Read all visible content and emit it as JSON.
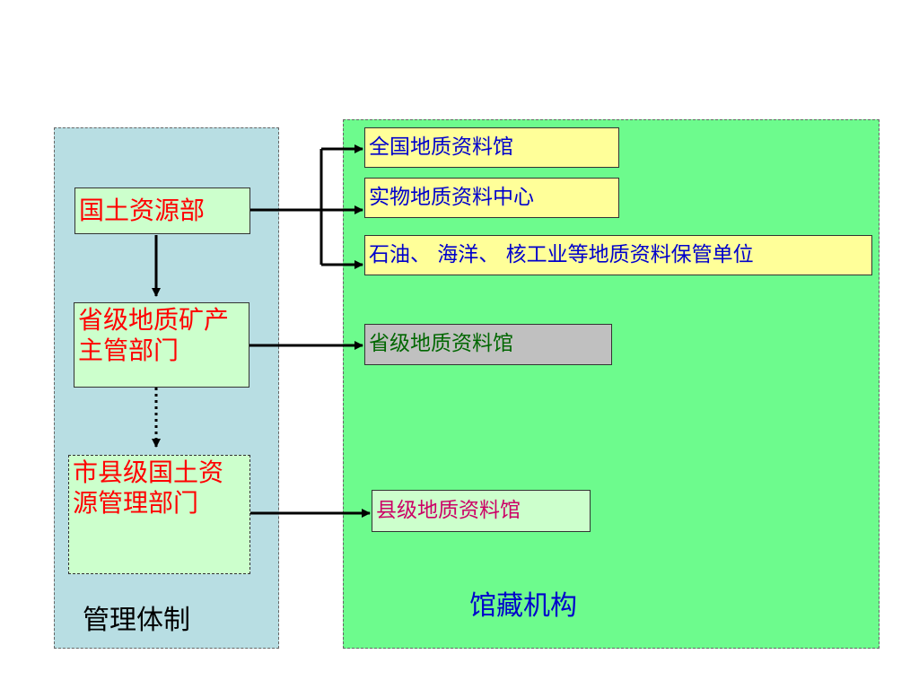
{
  "colors": {
    "left_panel_bg": "#b8dee3",
    "right_panel_bg": "#6dfb8d",
    "mgmt_box_bg": "#ccffcc",
    "org_yellow_bg": "#ffff99",
    "org_grey_bg": "#c0c0c0",
    "org_pink_bg": "#ccffcc",
    "mgmt_text": "#ff0000",
    "org_blue_text": "#0000cc",
    "org_green_text": "#006600",
    "org_magenta_text": "#cc0066",
    "arrow": "#000000"
  },
  "management": {
    "title": "管理体制",
    "ministry": "国土资源部",
    "province": "省级地质矿产主管部门",
    "city": "市县级国土资源管理部门"
  },
  "archives": {
    "title": "馆藏机构",
    "national": "全国地质资料馆",
    "physical": "实物地质资料中心",
    "oil_ocean_nuclear": "石油、 海洋、 核工业等地质资料保管单位",
    "provincial": "省级地质资料馆",
    "county": "县级地质资料馆"
  }
}
